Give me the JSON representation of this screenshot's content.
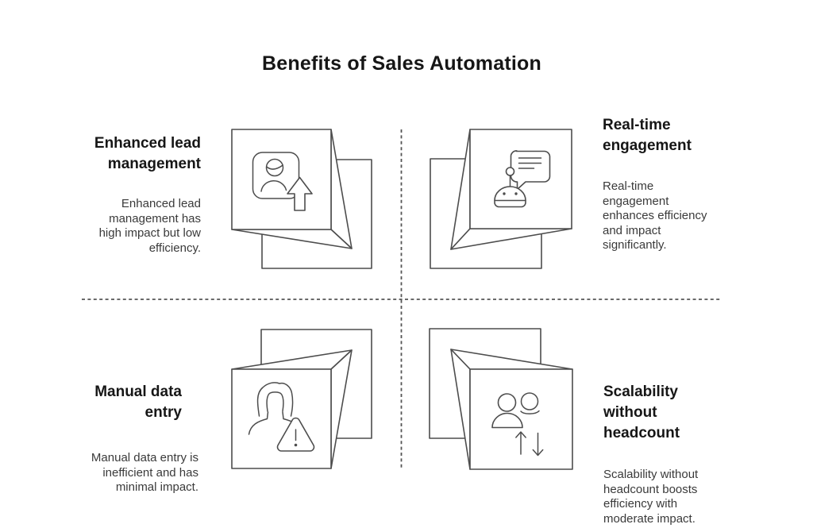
{
  "title": "Benefits of Sales Automation",
  "colors": {
    "line": "#4d4d4d",
    "heading": "#161616",
    "body": "#3a3a3a",
    "dash": "#555555",
    "bg": "#ffffff"
  },
  "quadrants": [
    {
      "id": "enhanced-lead-management",
      "heading": "Enhanced lead\nmanagement",
      "body": "Enhanced lead\nmanagement has\nhigh impact but low\nefficiency.",
      "icon": "lead-upload-icon"
    },
    {
      "id": "real-time-engagement",
      "heading": "Real-time\nengagement",
      "body": "Real-time\nengagement\nenhances efficiency\nand impact\nsignificantly.",
      "icon": "chatbot-icon"
    },
    {
      "id": "manual-data-entry",
      "heading": "Manual data\nentry",
      "body": "Manual data entry is\ninefficient and has\nminimal impact.",
      "icon": "user-warning-icon"
    },
    {
      "id": "scalability-without-headcount",
      "heading": "Scalability\nwithout\nheadcount",
      "body": "Scalability without\nheadcount boosts\nefficiency with\nmoderate impact.",
      "icon": "users-scale-icon"
    }
  ]
}
